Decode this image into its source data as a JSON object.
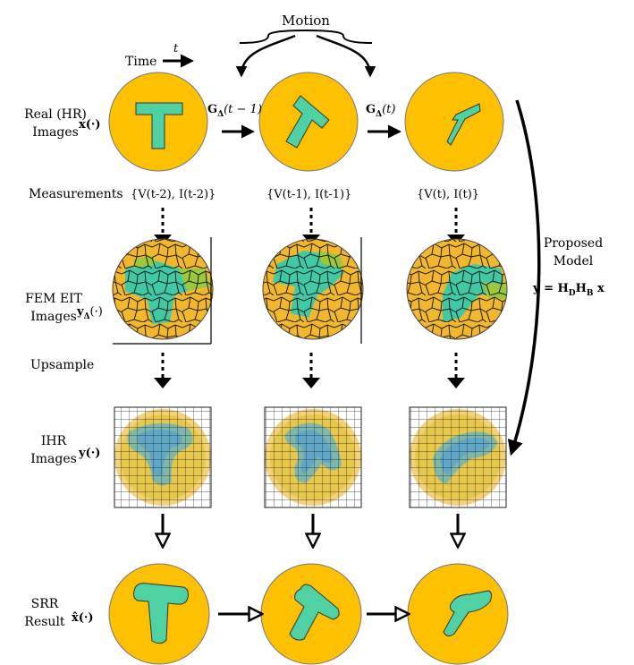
{
  "header": {
    "motion": "Motion",
    "time": "Time",
    "time_symbol": "t"
  },
  "rows": {
    "real": {
      "line1": "Real (HR)",
      "line2": "Images",
      "symbol": "x(·)"
    },
    "measurements": {
      "label": "Measurements"
    },
    "fem": {
      "line1": "FEM EIT",
      "line2": "Images",
      "symbol": "y",
      "symbol_sub": "Δ",
      "symbol_tail": "(·)"
    },
    "upsample": {
      "label": "Upsample"
    },
    "ihr": {
      "line1": "IHR",
      "line2": "Images",
      "symbol": "y(·)"
    },
    "srr": {
      "line1": "SRR",
      "line2": "Result",
      "symbol": "x̂(·)"
    }
  },
  "measurement_sets": [
    "{V(t-2),  I(t-2)}",
    "{V(t-1),  I(t-1)}",
    "{V(t),  I(t)}"
  ],
  "transitions": [
    {
      "symbol": "G",
      "sub": "Δ",
      "arg": "(t − 1)"
    },
    {
      "symbol": "G",
      "sub": "Δ",
      "arg": "(t)"
    }
  ],
  "model": {
    "line1": "Proposed",
    "line2": "Model",
    "equation": "y = H",
    "sub1": "D",
    "mid": "H",
    "sub2": "B",
    "tail": " x"
  },
  "colors": {
    "disc": "#FDC102",
    "shape": "#4FD1A4",
    "cell_green": "#3FC9A4",
    "cell_lime": "#9CC93A",
    "ihr_blue": "#5FA7C7"
  }
}
